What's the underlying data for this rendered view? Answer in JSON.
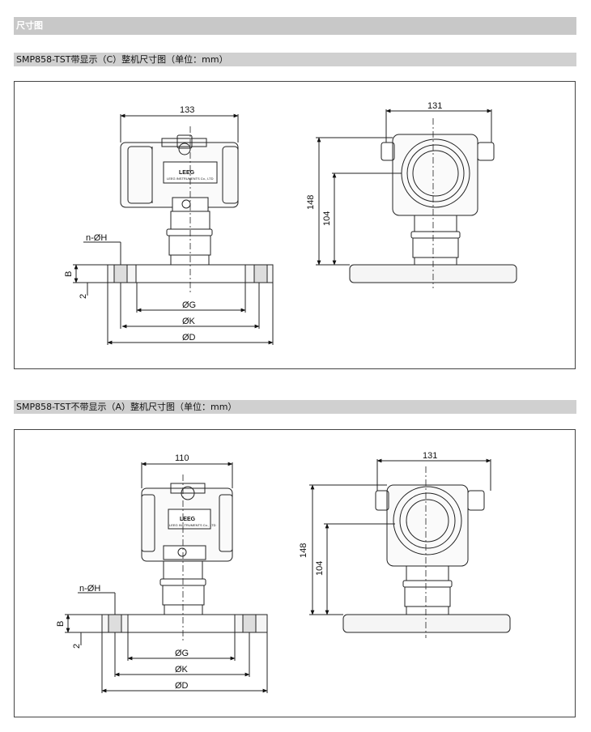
{
  "section_title": "尺寸图",
  "diagram_c": {
    "title": "SMP858-TST带显示（C）整机尺寸图（单位：mm）",
    "front": {
      "width_label": "133",
      "holes_label": "n-ØH",
      "flange_thickness_label": "B",
      "raise_label": "2",
      "g_label": "ØG",
      "k_label": "ØK",
      "d_label": "ØD",
      "brand": "LEEG",
      "brand_sub": "LEEG INSTRUMENTS Co., LTD"
    },
    "side": {
      "width_label": "131",
      "height_total_label": "148",
      "height_lower_label": "104"
    }
  },
  "diagram_a": {
    "title": "SMP858-TST不带显示（A）整机尺寸图（单位：mm）",
    "front": {
      "width_label": "110",
      "holes_label": "n-ØH",
      "flange_thickness_label": "B",
      "raise_label": "2",
      "g_label": "ØG",
      "k_label": "ØK",
      "d_label": "ØD",
      "brand": "LEEG",
      "brand_sub": "LEEG INSTRUMENTS Co., LTD"
    },
    "side": {
      "width_label": "131",
      "height_total_label": "148",
      "height_lower_label": "104"
    }
  }
}
